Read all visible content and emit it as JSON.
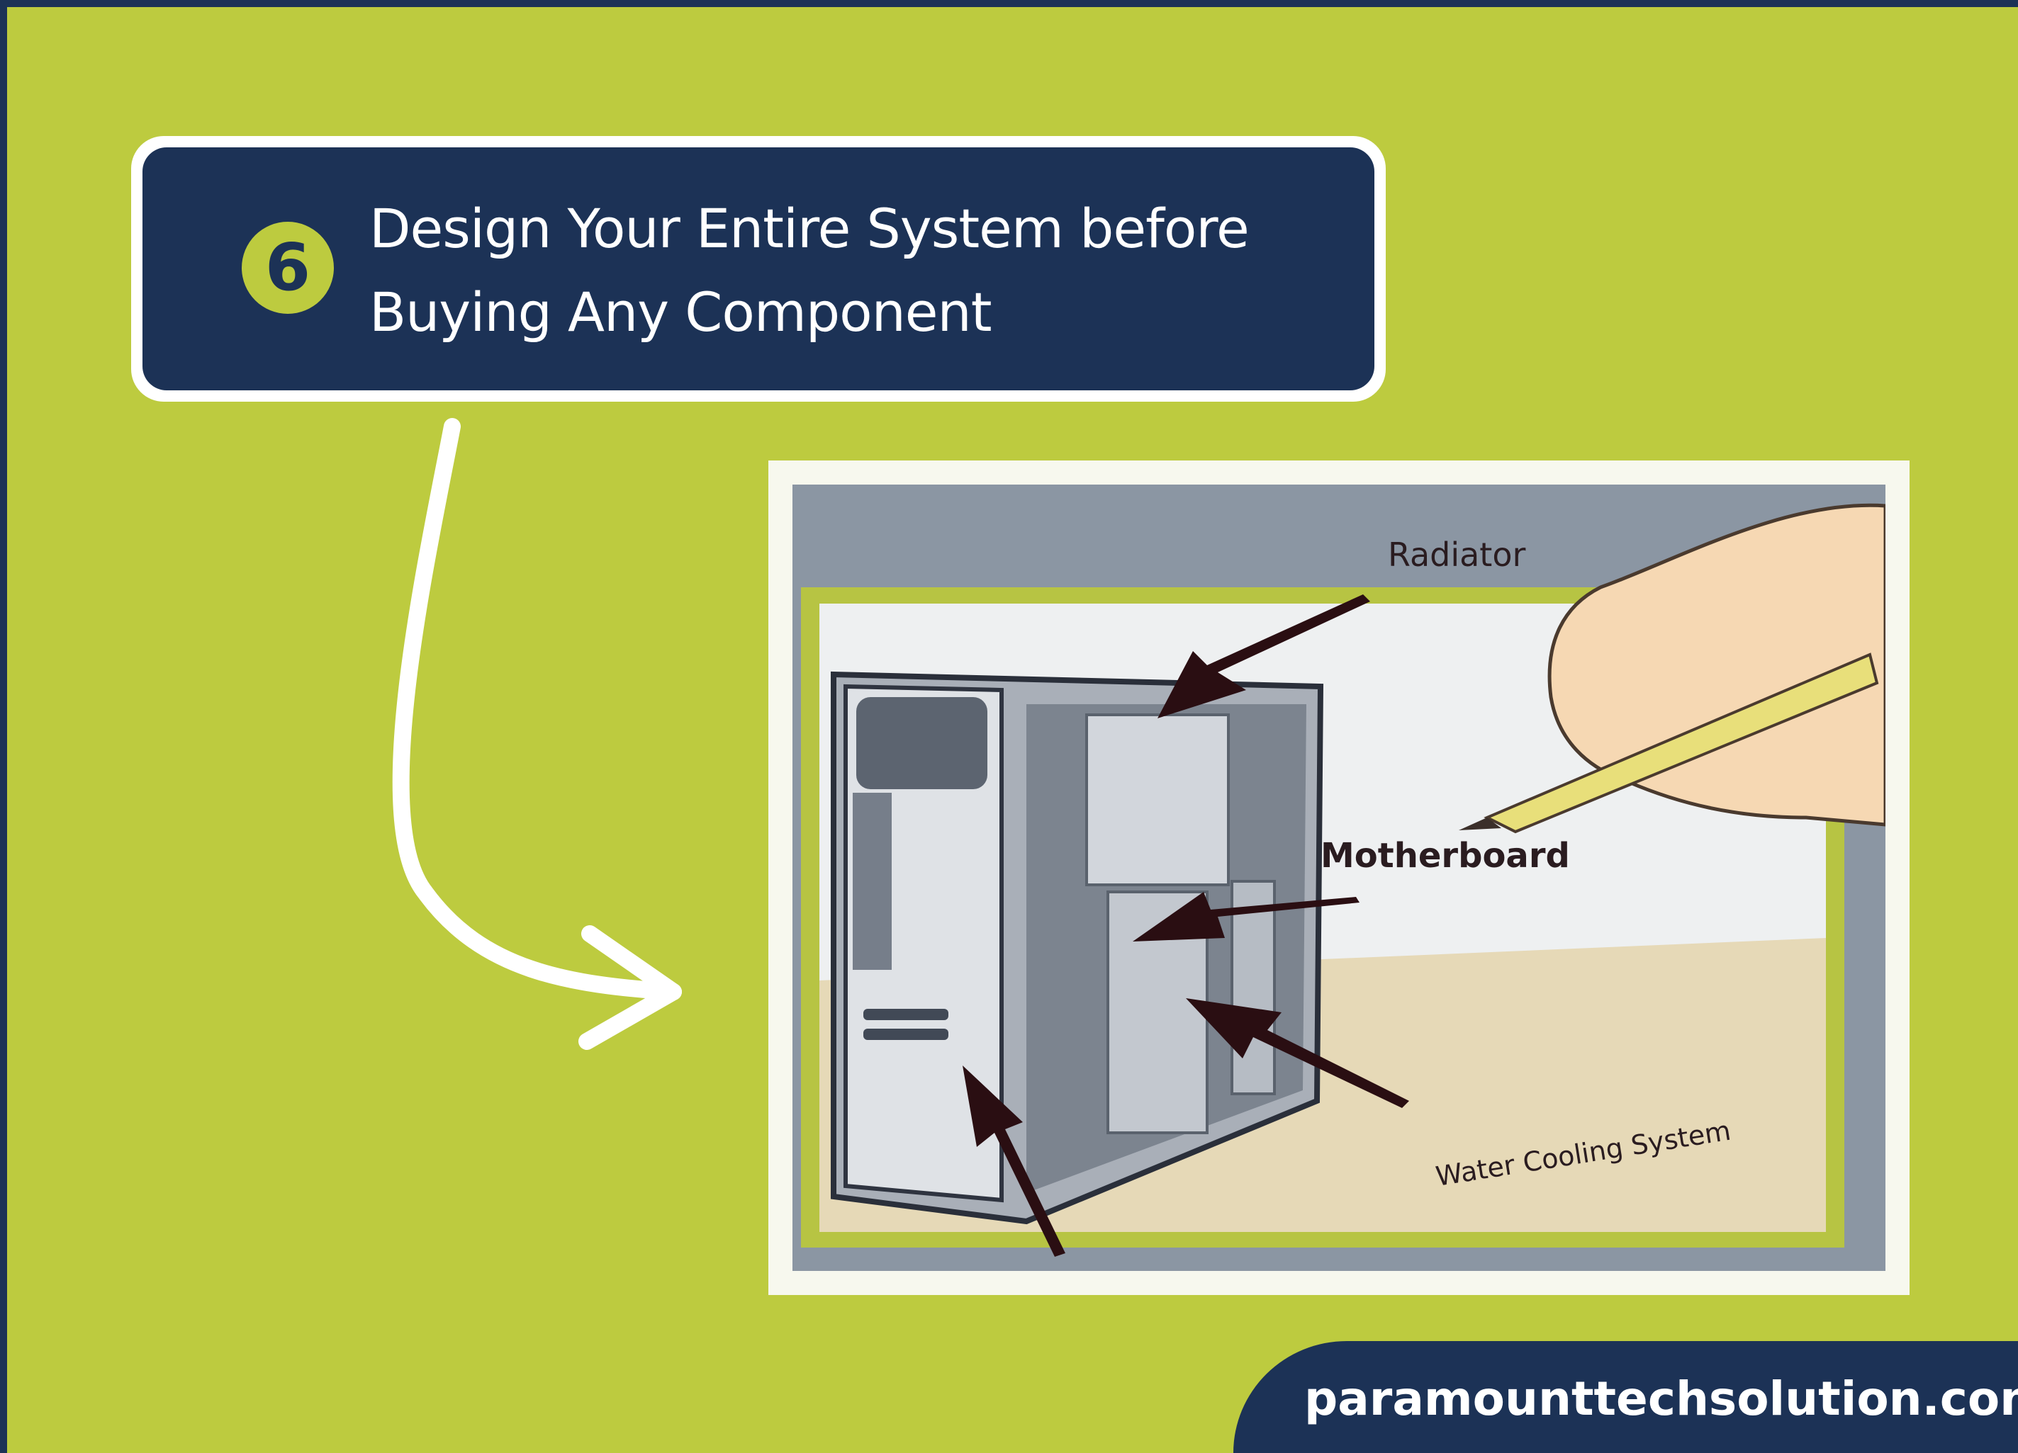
{
  "step": {
    "number": "6",
    "title": "Design Your Entire System before Buying Any Component"
  },
  "illustration": {
    "labels": {
      "radiator": "Radiator",
      "motherboard": "Motherboard",
      "water_cooling": "Water Cooling System"
    }
  },
  "footer": {
    "url": "paramounttechsolution.com"
  },
  "colors": {
    "background": "#bdcb3f",
    "navy": "#1c3256",
    "white": "#ffffff",
    "arrow_ink": "#2a0e12"
  },
  "icons": {
    "flow_arrow": "curved-arrow-icon"
  }
}
